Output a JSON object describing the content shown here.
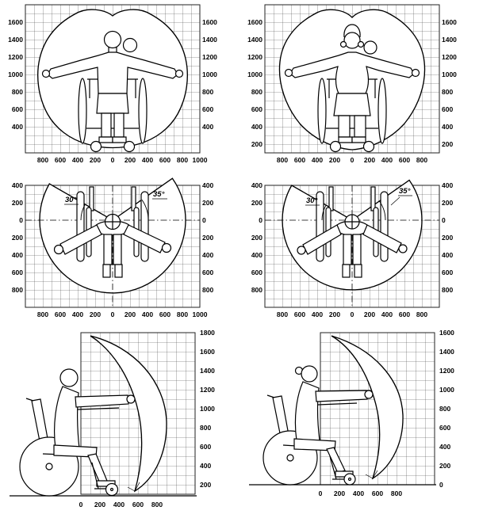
{
  "diagram": {
    "panels": {
      "front_male": {
        "left_axis": [
          "1600",
          "1400",
          "1200",
          "1000",
          "800",
          "600",
          "400"
        ],
        "right_axis": [
          "1600",
          "1400",
          "1200",
          "1000",
          "800",
          "600",
          "400"
        ],
        "bottom_axis": [
          "800",
          "600",
          "400",
          "200",
          "0",
          "200",
          "400",
          "600",
          "800",
          "1000"
        ]
      },
      "front_female": {
        "left_axis": [
          "1600",
          "1400",
          "1200",
          "1000",
          "800",
          "600",
          "400",
          "200"
        ],
        "right_axis": [
          "1600",
          "1400",
          "1200",
          "1000",
          "800",
          "600",
          "400",
          "200"
        ],
        "bottom_axis": [
          "800",
          "600",
          "400",
          "200",
          "0",
          "200",
          "400",
          "600",
          "800"
        ]
      },
      "plan_male": {
        "left_axis": [
          "400",
          "200",
          "0",
          "200",
          "400",
          "600",
          "800"
        ],
        "right_axis": [
          "400",
          "200",
          "0",
          "200",
          "400",
          "600",
          "800"
        ],
        "bottom_axis": [
          "800",
          "600",
          "400",
          "200",
          "0",
          "200",
          "400",
          "600",
          "800",
          "1000"
        ],
        "angle_left": "30°",
        "angle_right": "35°"
      },
      "plan_female": {
        "left_axis": [
          "400",
          "200",
          "0",
          "200",
          "400",
          "600",
          "800"
        ],
        "right_axis": [
          "400",
          "200",
          "0",
          "200",
          "400",
          "600",
          "800"
        ],
        "bottom_axis": [
          "800",
          "600",
          "400",
          "200",
          "0",
          "200",
          "400",
          "600",
          "800"
        ],
        "angle_left": "30°",
        "angle_right": "35°"
      },
      "side_male": {
        "right_axis": [
          "1800",
          "1600",
          "1400",
          "1200",
          "1000",
          "800",
          "600",
          "400",
          "200"
        ],
        "bottom_axis": [
          "0",
          "200",
          "400",
          "600",
          "800"
        ]
      },
      "side_female": {
        "right_axis": [
          "1600",
          "1400",
          "1200",
          "1000",
          "800",
          "600",
          "400",
          "200",
          "0"
        ],
        "bottom_axis": [
          "0",
          "200",
          "400",
          "600",
          "800"
        ]
      }
    }
  }
}
